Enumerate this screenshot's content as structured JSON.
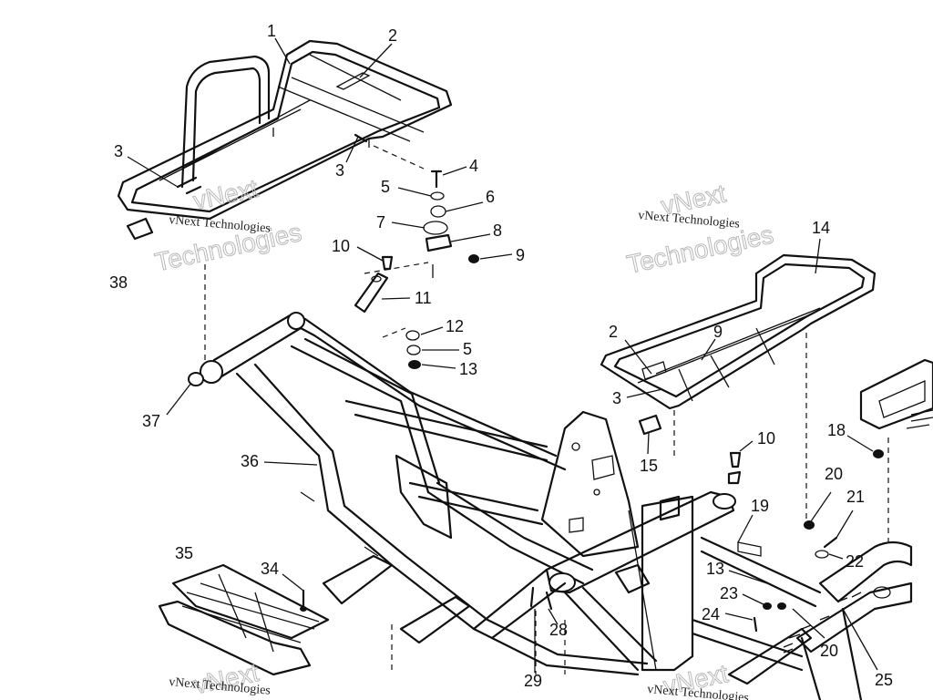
{
  "watermarks": {
    "brand_line": "vNext Technologies",
    "outline_top": "vNext",
    "outline_bottom": "Technologies"
  },
  "callouts": [
    "1",
    "2",
    "3",
    "3",
    "4",
    "5",
    "6",
    "7",
    "8",
    "9",
    "10",
    "11",
    "12",
    "5",
    "13",
    "37",
    "38",
    "36",
    "14",
    "2",
    "9",
    "3",
    "15",
    "10",
    "18",
    "20",
    "21",
    "22",
    "19",
    "13",
    "23",
    "24",
    "20",
    "25",
    "35",
    "34",
    "28",
    "29"
  ]
}
